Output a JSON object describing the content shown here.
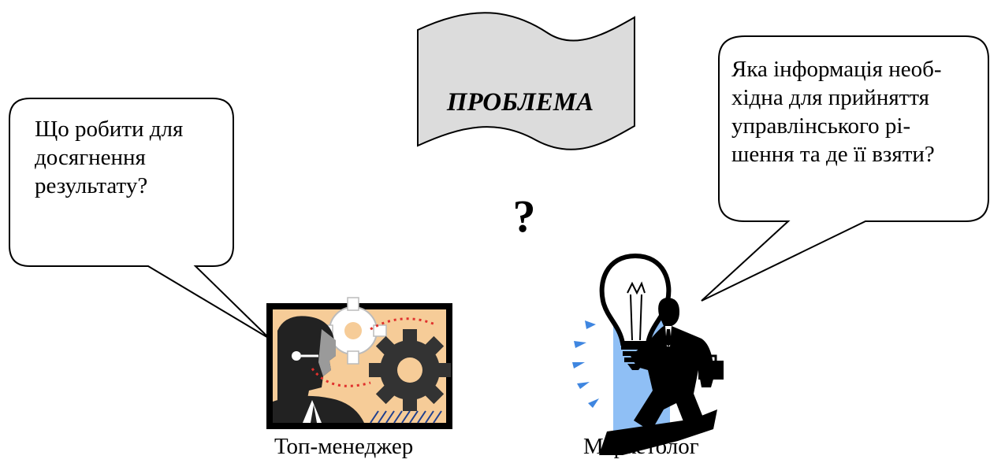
{
  "problem": {
    "label": "ПРОБЛЕМА"
  },
  "question_mark": "?",
  "left_bubble": {
    "lines": [
      "Що робити для",
      "досягнення",
      "результату?"
    ]
  },
  "right_bubble": {
    "lines": [
      "Яка інформація необ-",
      "хідна для прийняття",
      "управлінського рі-",
      "шення та де її взяти?"
    ]
  },
  "characters": {
    "left_caption": "Топ-менеджер",
    "right_caption": "Маркетолог"
  },
  "colors": {
    "banner_fill": "#dcdcdc",
    "manager_panel": "#f6cc98",
    "highlight_blue": "#8fbff5",
    "dotted_red": "#e0302c"
  },
  "icons": {
    "left": "manager-gears-icon",
    "right": "marketer-lightbulb-icon"
  }
}
